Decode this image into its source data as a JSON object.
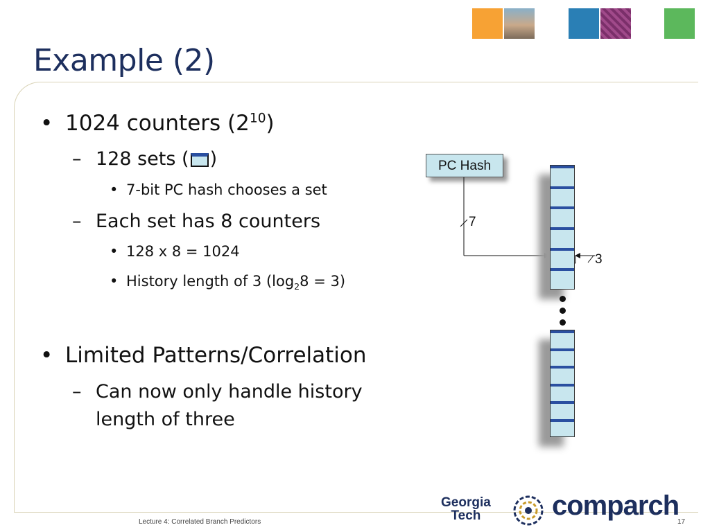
{
  "slide": {
    "title": "Example (2)",
    "bullets": {
      "b1_text": "1024 counters (2",
      "b1_sup": "10",
      "b1_close": ")",
      "b1_sub1_text": "128 sets (",
      "b1_sub1_close": ")",
      "b1_sub1_detail": "7-bit PC hash chooses a set",
      "b1_sub2_text": "Each set has 8 counters",
      "b1_sub2_detail1": "128 x 8 = 1024",
      "b1_sub2_detail2_pre": "History length of 3 (log",
      "b1_sub2_detail2_sub": "2",
      "b1_sub2_detail2_post": "8 = 3)",
      "b2_text": "Limited Patterns/Correlation",
      "b2_sub1_line1": "Can now only handle history",
      "b2_sub1_line2": "length of three"
    },
    "bullet_glyph": "•",
    "dash_glyph": "–",
    "small_bullet_glyph": "•"
  },
  "diagram": {
    "pc_hash_label": "PC Hash",
    "wire_label_7": "7",
    "wire_label_3": "3",
    "top_set_rows": 6,
    "bottom_set_rows": 6
  },
  "footer": {
    "lecture": "Lecture 4: Correlated Branch Predictors",
    "page": "17",
    "logo_georgia": "Georgia",
    "logo_tech": "Tech",
    "logo_comparch": "comparch"
  },
  "colors": {
    "title": "#1d2f5e",
    "cell_fill": "#c8e6ee",
    "cell_border": "#2a4fa0",
    "sq1": "#f7a234",
    "sq3": "#2a7fb5",
    "sq5": "#5cb85c"
  }
}
